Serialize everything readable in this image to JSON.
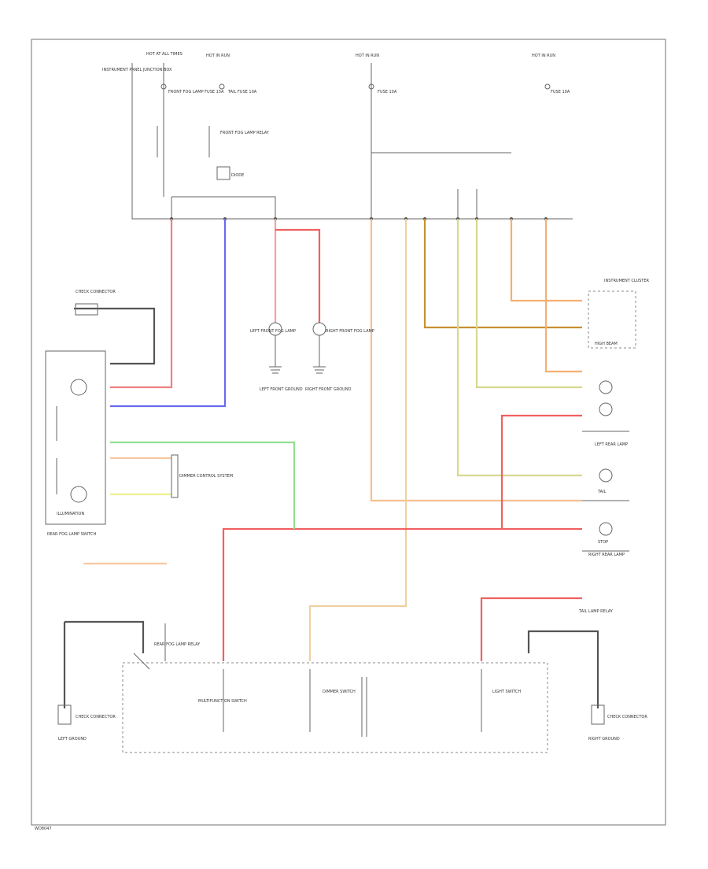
{
  "diagram": {
    "footer": "WD8047",
    "labels": {
      "hot_at_all_times": "HOT AT ALL TIMES",
      "hot_in_run_1": "HOT IN RUN",
      "hot_in_run_2": "HOT IN RUN",
      "hot_in_run_3": "HOT IN RUN",
      "instrument_panel_junction_box": "INSTRUMENT PANEL JUNCTION BOX",
      "front_fog_fuse": "FRONT FOG LAMP FUSE 15A",
      "tail_fuse": "TAIL FUSE 10A",
      "fuse_right": "FUSE 10A",
      "fuse_far_right": "FUSE 10A",
      "front_fog_relay": "FRONT FOG LAMP RELAY",
      "diode": "DIODE",
      "left_front_fog_lamp": "LEFT FRONT FOG LAMP",
      "right_front_fog_lamp": "RIGHT FRONT FOG LAMP",
      "left_ground": "LEFT FRONT GROUND",
      "right_ground": "RIGHT FRONT GROUND",
      "check_connector": "CHECK CONNECTOR",
      "rear_fog_lamp_switch": "REAR FOG LAMP SWITCH",
      "illumination": "ILLUMINATION",
      "dimmer_control": "DIMMER CONTROL SYSTEM",
      "instrument_cluster": "INSTRUMENT CLUSTER",
      "high_beam": "HIGH BEAM",
      "left_rear_lamp": "LEFT REAR LAMP",
      "right_rear_lamp": "RIGHT REAR LAMP",
      "tail": "TAIL",
      "stop": "STOP",
      "tail_lamp_relay": "TAIL LAMP RELAY",
      "multifunction_switch": "MULTIFUNCTION SWITCH",
      "dimmer_switch": "DIMMER SWITCH",
      "light_switch": "LIGHT SWITCH",
      "check_connector_right": "CHECK CONNECTOR",
      "left_ground_bottom": "LEFT GROUND",
      "right_ground_bottom": "RIGHT GROUND",
      "rear_fog_relay": "REAR FOG LAMP RELAY"
    },
    "wire_colors": {
      "red": "#f08080",
      "pink": "#f5a0a0",
      "blue": "#6a6af0",
      "green": "#90e090",
      "orange": "#f5b070",
      "tan": "#f0d0a0",
      "brown": "#c89030",
      "olive": "#d8d890",
      "yellow": "#f0f090",
      "peach": "#f8c8a0",
      "black": "#555555"
    },
    "wire_codes": [
      "RED",
      "BLU",
      "RED",
      "RED",
      "RED",
      "GRN",
      "ORN",
      "BRN",
      "YEL"
    ]
  }
}
